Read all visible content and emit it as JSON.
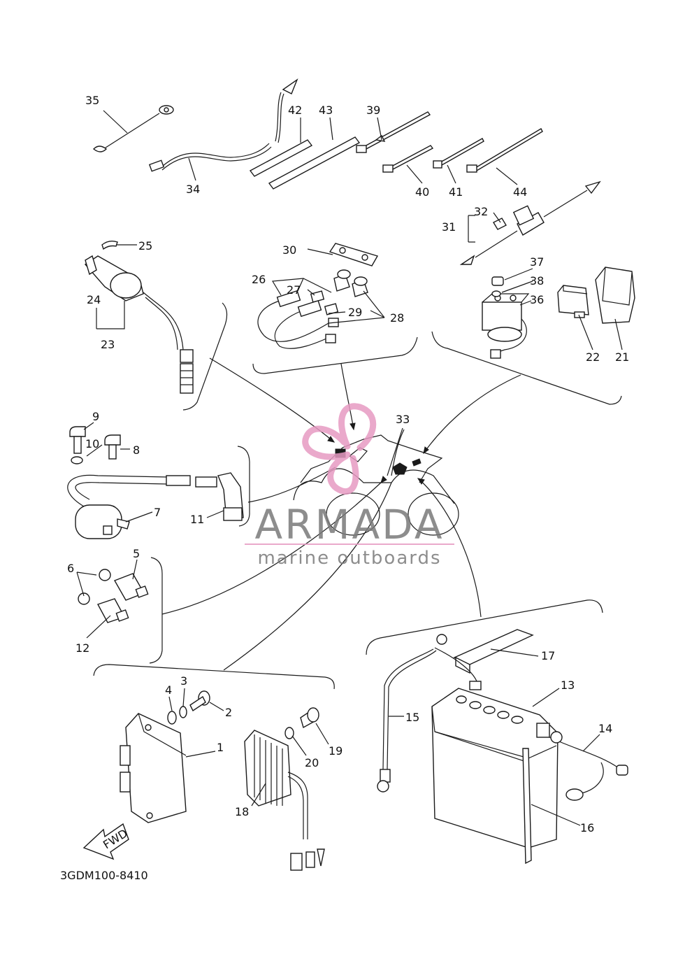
{
  "labels": {
    "n1": "1",
    "n2": "2",
    "n3": "3",
    "n4": "4",
    "n5": "5",
    "n6": "6",
    "n7": "7",
    "n8": "8",
    "n9": "9",
    "n10": "10",
    "n11": "11",
    "n12": "12",
    "n13": "13",
    "n14": "14",
    "n15": "15",
    "n16": "16",
    "n17": "17",
    "n18": "18",
    "n19": "19",
    "n20": "20",
    "n21": "21",
    "n22": "22",
    "n23": "23",
    "n24": "24",
    "n25": "25",
    "n26": "26",
    "n27": "27",
    "n28": "28",
    "n29": "29",
    "n30": "30",
    "n31": "31",
    "n32": "32",
    "n33": "33",
    "n34": "34",
    "n35": "35",
    "n36": "36",
    "n37": "37",
    "n38": "38",
    "n39": "39",
    "n40": "40",
    "n41": "41",
    "n42": "42",
    "n43": "43",
    "n44": "44"
  },
  "diagram_code": "3GDM100-8410",
  "fwd_label": "FWD",
  "watermark": {
    "brand": "ARMADA",
    "tagline": "marine outboards"
  },
  "colors": {
    "ink": "#1a1a1a",
    "watermark_pink": "#e79bc3",
    "watermark_grey": "#7a7a7a"
  }
}
